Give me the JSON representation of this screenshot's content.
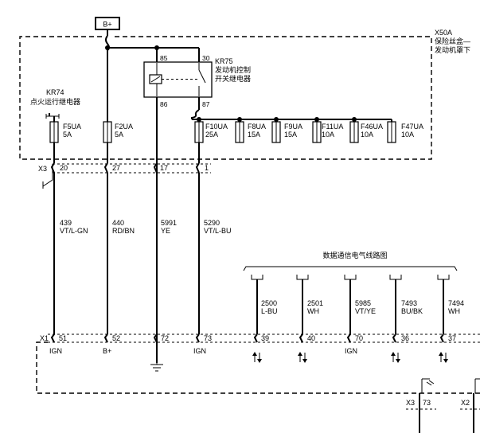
{
  "power_source": "B+",
  "fuse_box": {
    "id": "X50A",
    "name_line1": "保险丝盒—",
    "name_line2": "发动机罩下"
  },
  "relay_kr75": {
    "id": "KR75",
    "name_line1": "发动机控制",
    "name_line2": "开关继电器",
    "pins": {
      "p85": "85",
      "p30": "30",
      "p86": "86",
      "p87": "87"
    }
  },
  "relay_kr74": {
    "id": "KR74",
    "name": "点火运行继电器"
  },
  "fuses": [
    {
      "id": "F5UA",
      "rating": "5A"
    },
    {
      "id": "F2UA",
      "rating": "5A"
    },
    {
      "id": "F10UA",
      "rating": "25A"
    },
    {
      "id": "F8UA",
      "rating": "15A"
    },
    {
      "id": "F9UA",
      "rating": "15A"
    },
    {
      "id": "F11UA",
      "rating": "10A"
    },
    {
      "id": "F46UA",
      "rating": "10A"
    },
    {
      "id": "F47UA",
      "rating": "10A"
    }
  ],
  "connector_x3_top": {
    "id": "X3",
    "pins": [
      "20",
      "27",
      "17",
      "1"
    ]
  },
  "wires": [
    {
      "circuit": "439",
      "color": "VT/L-GN"
    },
    {
      "circuit": "440",
      "color": "RD/BN"
    },
    {
      "circuit": "5991",
      "color": "YE"
    },
    {
      "circuit": "5290",
      "color": "VT/L-BU"
    }
  ],
  "data_bus": {
    "title": "数据通信电气线路图",
    "wires": [
      {
        "circuit": "2500",
        "color": "L-BU"
      },
      {
        "circuit": "2501",
        "color": "WH"
      },
      {
        "circuit": "5985",
        "color": "VT/YE"
      },
      {
        "circuit": "7493",
        "color": "BU/BK"
      },
      {
        "circuit": "7494",
        "color": "WH"
      }
    ]
  },
  "connector_x1": {
    "id": "X1",
    "pins": [
      "51",
      "52",
      "72",
      "73",
      "39",
      "40",
      "70",
      "36",
      "37"
    ],
    "signals": [
      "IGN",
      "B+",
      "IGN",
      "IGN"
    ]
  },
  "connector_x3_bottom": {
    "id": "X3",
    "pin": "73"
  },
  "connector_x2_bottom": {
    "id": "X2"
  }
}
